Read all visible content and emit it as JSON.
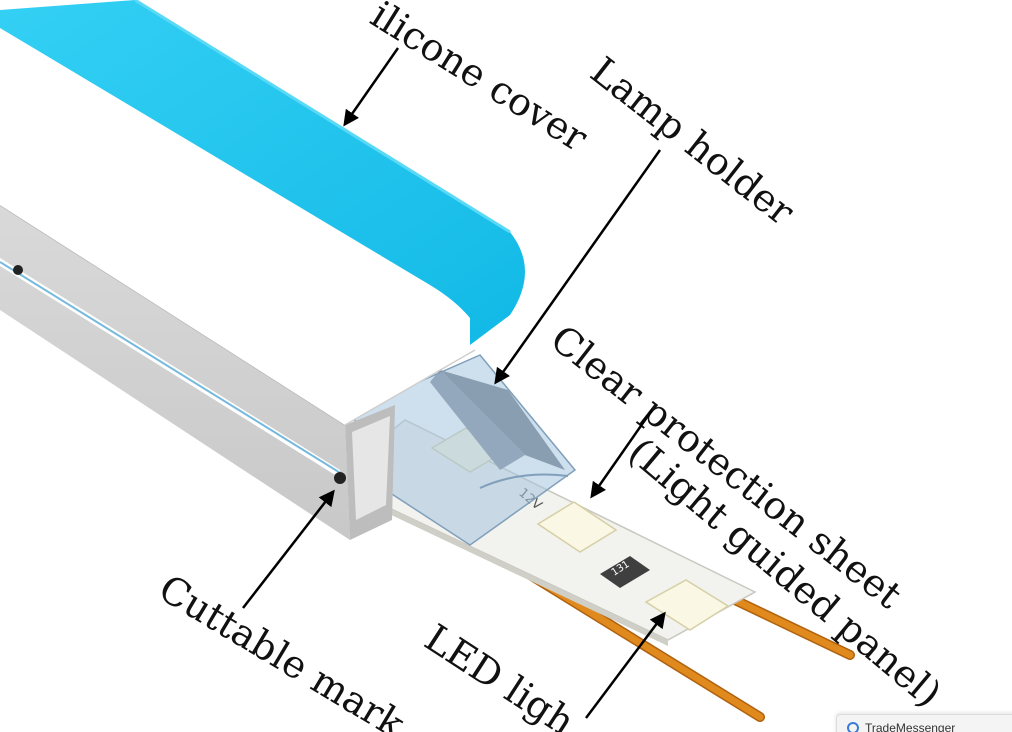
{
  "labels": {
    "silicone_cover": "ilicone cover",
    "lamp_holder": "Lamp holder",
    "clear_sheet": "Clear protection sheet",
    "light_guided": "(Light guided panel)",
    "cuttable_mark": "Cuttable mark",
    "led_light": "LED ligh"
  },
  "pcb": {
    "voltage": "12V",
    "resistor": "131"
  },
  "widget": {
    "name": "TradeMessenger",
    "icon": "trademessenger-icon"
  },
  "colors": {
    "cover": "#1ec6ef",
    "body": "#d4d4d4",
    "copper": "#e08a1e",
    "pcb": "#f2f2ee",
    "led": "#f7f4dc",
    "sheet": "#a6c4de"
  }
}
